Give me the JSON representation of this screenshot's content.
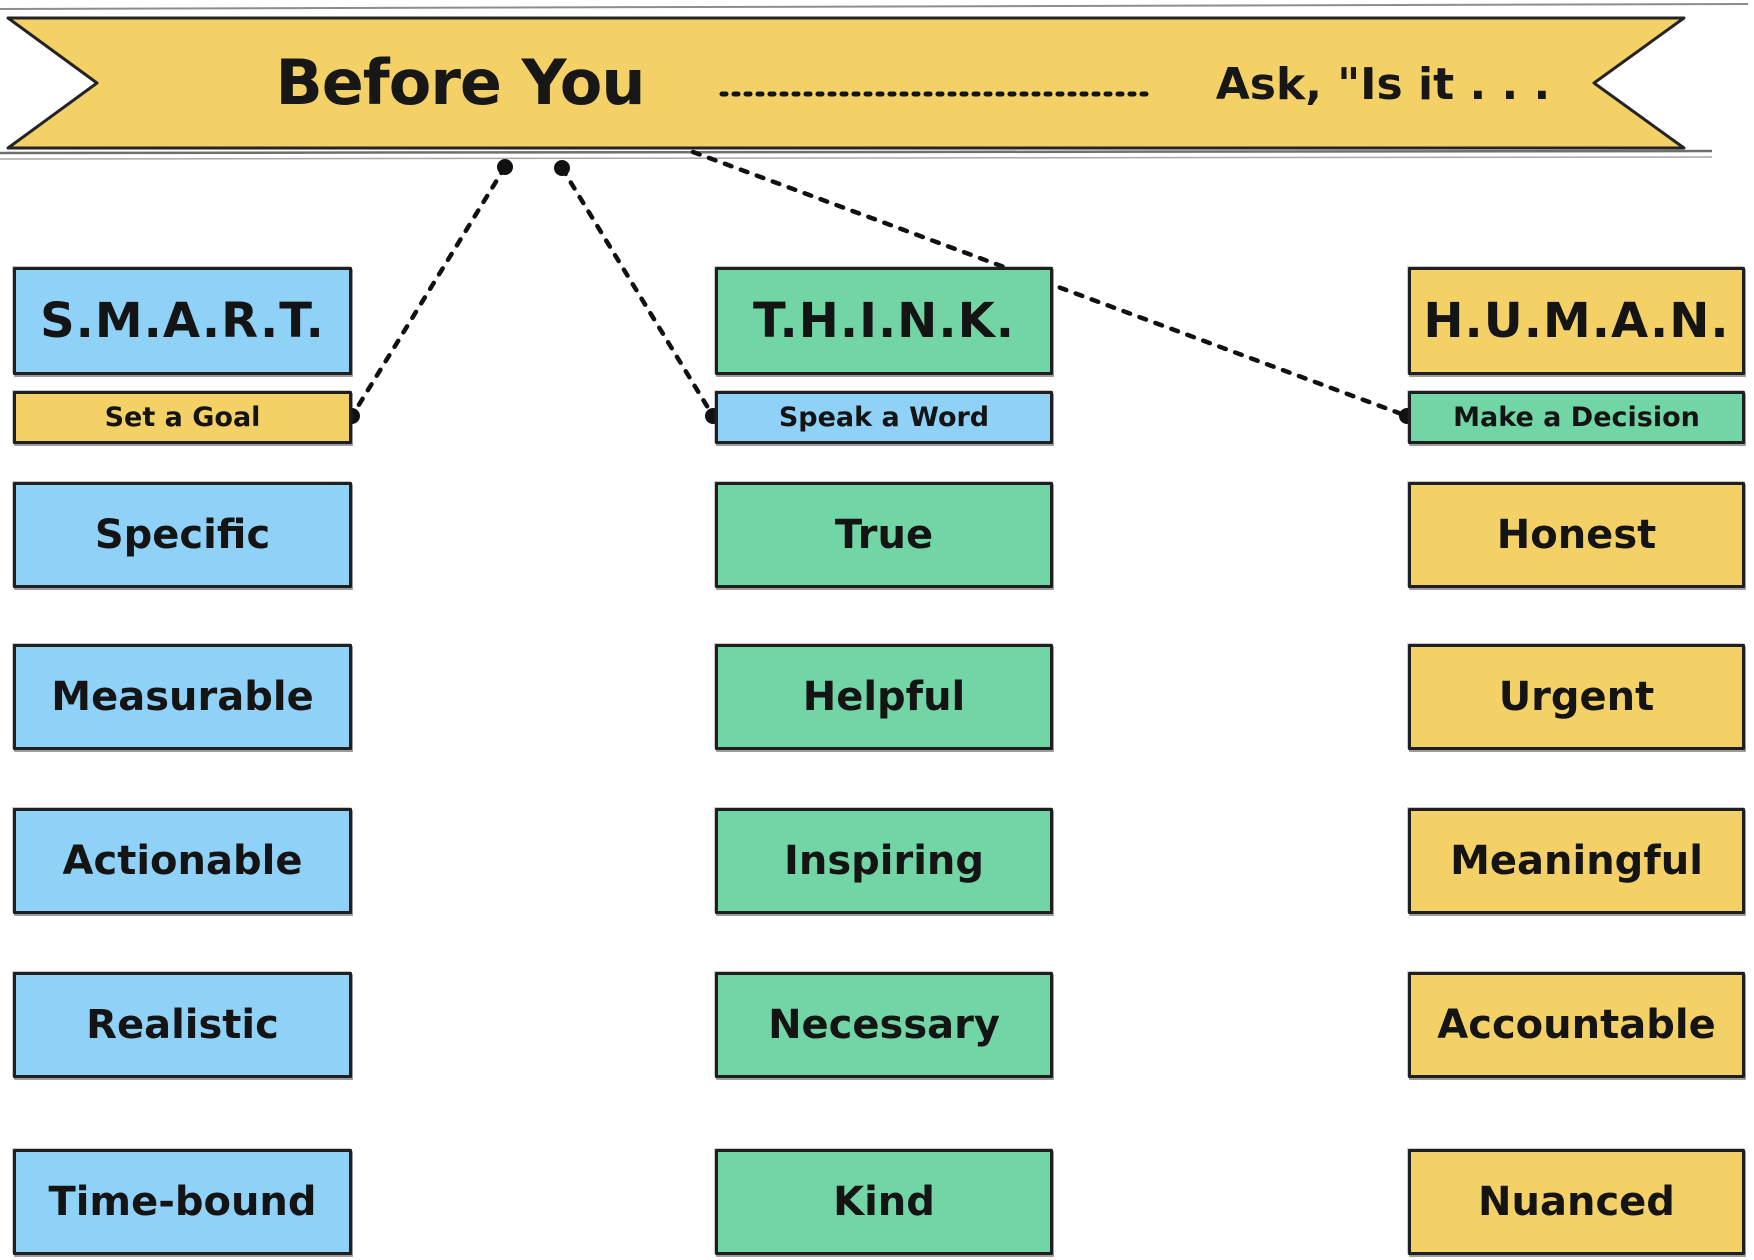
{
  "banner": {
    "left_text": "Before You",
    "right_text": "Ask, \"Is it . . .",
    "bg_color": "#F4D167"
  },
  "colors": {
    "blue": "#90D1F7",
    "green": "#72D5A5",
    "yellow": "#F4D167",
    "ink": "#1d1d1d"
  },
  "columns": [
    {
      "header": "S.M.A.R.T.",
      "header_bg": "#90D1F7",
      "subtitle": "Set a Goal",
      "subtitle_bg": "#F4D167",
      "item_bg": "#90D1F7",
      "items": [
        "Specific",
        "Measurable",
        "Actionable",
        "Realistic",
        "Time-bound"
      ]
    },
    {
      "header": "T.H.I.N.K.",
      "header_bg": "#72D5A5",
      "subtitle": "Speak a Word",
      "subtitle_bg": "#90D1F7",
      "item_bg": "#72D5A5",
      "items": [
        "True",
        "Helpful",
        "Inspiring",
        "Necessary",
        "Kind"
      ]
    },
    {
      "header": "H.U.M.A.N.",
      "header_bg": "#F4D167",
      "subtitle": "Make a Decision",
      "subtitle_bg": "#72D5A5",
      "item_bg": "#F4D167",
      "items": [
        "Honest",
        "Urgent",
        "Meaningful",
        "Accountable",
        "Nuanced"
      ]
    }
  ]
}
